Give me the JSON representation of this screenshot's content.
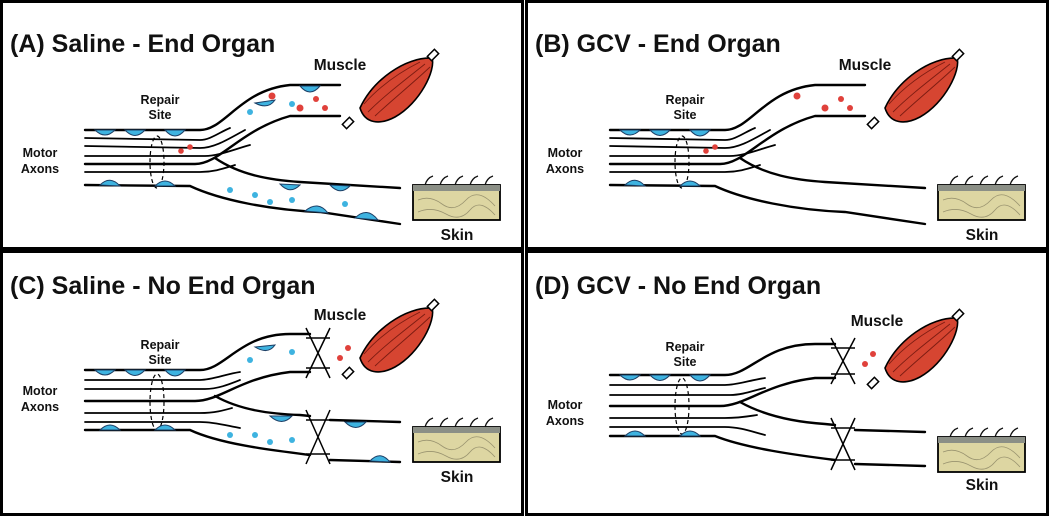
{
  "panels": [
    {
      "title": "(A) Saline - End Organ",
      "muscle_label": "Muscle",
      "repair_label_1": "Repair",
      "repair_label_2": "Site",
      "axons_label_1": "Motor",
      "axons_label_2": "Axons",
      "skin_label": "Skin"
    },
    {
      "title": "(B) GCV - End Organ",
      "muscle_label": "Muscle",
      "repair_label_1": "Repair",
      "repair_label_2": "Site",
      "axons_label_1": "Motor",
      "axons_label_2": "Axons",
      "skin_label": "Skin"
    },
    {
      "title": "(C) Saline - No End Organ",
      "muscle_label": "Muscle",
      "repair_label_1": "Repair",
      "repair_label_2": "Site",
      "axons_label_1": "Motor",
      "axons_label_2": "Axons",
      "skin_label": "Skin"
    },
    {
      "title": "(D) GCV - No End Organ",
      "muscle_label": "Muscle",
      "repair_label_1": "Repair",
      "repair_label_2": "Site",
      "axons_label_1": "Motor",
      "axons_label_2": "Axons",
      "skin_label": "Skin"
    }
  ],
  "colors": {
    "schwann_cell": "#3eb3e0",
    "muscle": "#d64531",
    "red_debris": "#e0413b",
    "skin": "#ddd6a2",
    "frame": "#000000"
  },
  "icons": {
    "muscle": "muscle-icon",
    "skin": "skin-icon",
    "ligature": "ligature-icon"
  }
}
